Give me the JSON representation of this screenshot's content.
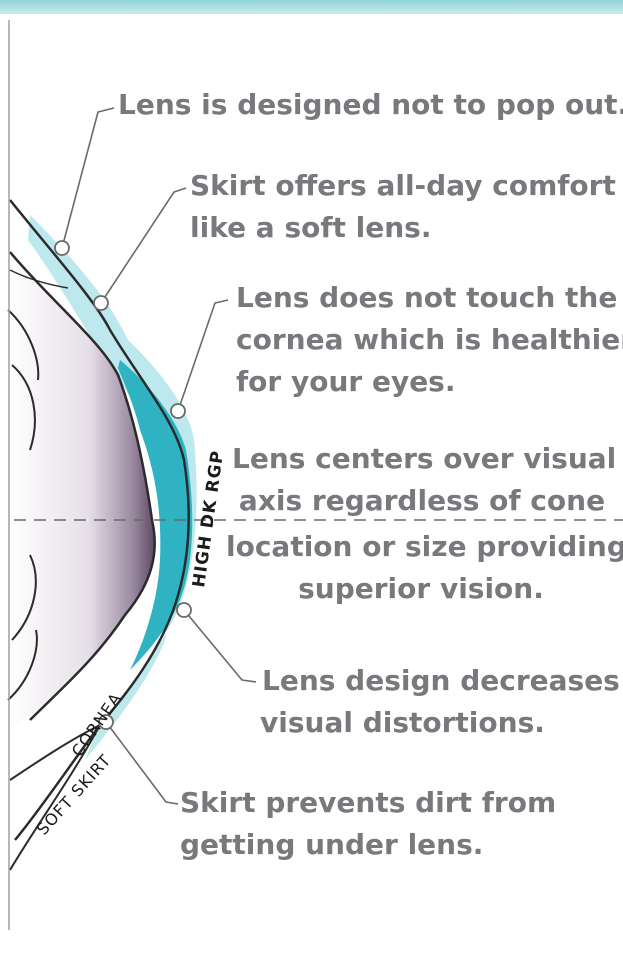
{
  "layer_labels": {
    "rgp": "HIGH DK RGP",
    "cornea": "CORNEA",
    "skirt": "SOFT SKIRT"
  },
  "callouts": {
    "pop_out": [
      "Lens is designed not to pop out."
    ],
    "comfort": [
      "Skirt offers all-day comfort",
      "like a soft lens."
    ],
    "no_touch": [
      "Lens does not touch the",
      "cornea which is healthier",
      "for your eyes."
    ],
    "centers_top": [
      "Lens centers over visual",
      "axis regardless of cone"
    ],
    "centers_bottom": [
      "location or size providing",
      "superior vision."
    ],
    "distortion": [
      "Lens design decreases",
      "visual distortions."
    ],
    "dirt": [
      "Skirt prevents dirt from",
      "getting under lens."
    ]
  },
  "colors": {
    "rgp_lens": "#2fb3c3",
    "soft_skirt": "#bde9ee",
    "caption_text": "#77797c",
    "outline": "#2b2b2b",
    "eye_shading": "#6d5a72",
    "top_band": "#8fd3d6"
  }
}
